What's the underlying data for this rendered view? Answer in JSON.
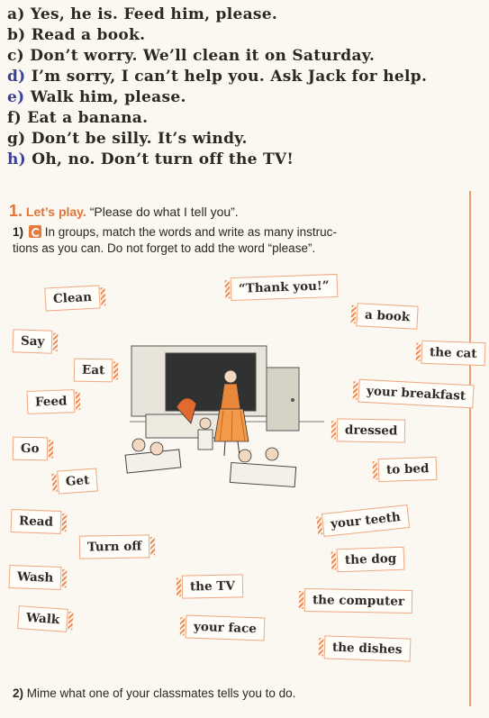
{
  "answers": [
    {
      "letter": "a)",
      "text": "Yes, he is. Feed him, please."
    },
    {
      "letter": "b)",
      "text": "Read a book."
    },
    {
      "letter": "c)",
      "text": "Don’t worry. We’ll clean it on Saturday."
    },
    {
      "letter": "d)",
      "text": "I’m sorry, I can’t help you. Ask Jack for help."
    },
    {
      "letter": "e)",
      "text": "Walk him, please."
    },
    {
      "letter": "f)",
      "text": "Eat a banana."
    },
    {
      "letter": "g)",
      "text": "Don’t be silly. It’s windy."
    },
    {
      "letter": "h)",
      "text": "Oh, no. Don’t turn off the TV!"
    }
  ],
  "exercise": {
    "number": "1.",
    "label": "Let’s play.",
    "quote": "“Please do what I tell you”.",
    "task1_num": "1)",
    "task1_line1": "In groups, match the words and write as many instruc-",
    "task1_line2": "tions as you can. Do not forget to add the word “please”.",
    "task2_num": "2)",
    "task2_text": "Mime what one of your classmates tells you to do."
  },
  "verbs": [
    "Clean",
    "Say",
    "Eat",
    "Feed",
    "Go",
    "Get",
    "Read",
    "Turn off",
    "Wash",
    "Walk"
  ],
  "objects": [
    "“Thank you!”",
    "a book",
    "the cat",
    "your breakfast",
    "dressed",
    "to bed",
    "your teeth",
    "the dog",
    "the TV",
    "the computer",
    "your face",
    "the dishes"
  ],
  "colors": {
    "accent": "#e0743a",
    "card_border": "#f0a67f",
    "pen_mark": "#3a3f9a"
  }
}
